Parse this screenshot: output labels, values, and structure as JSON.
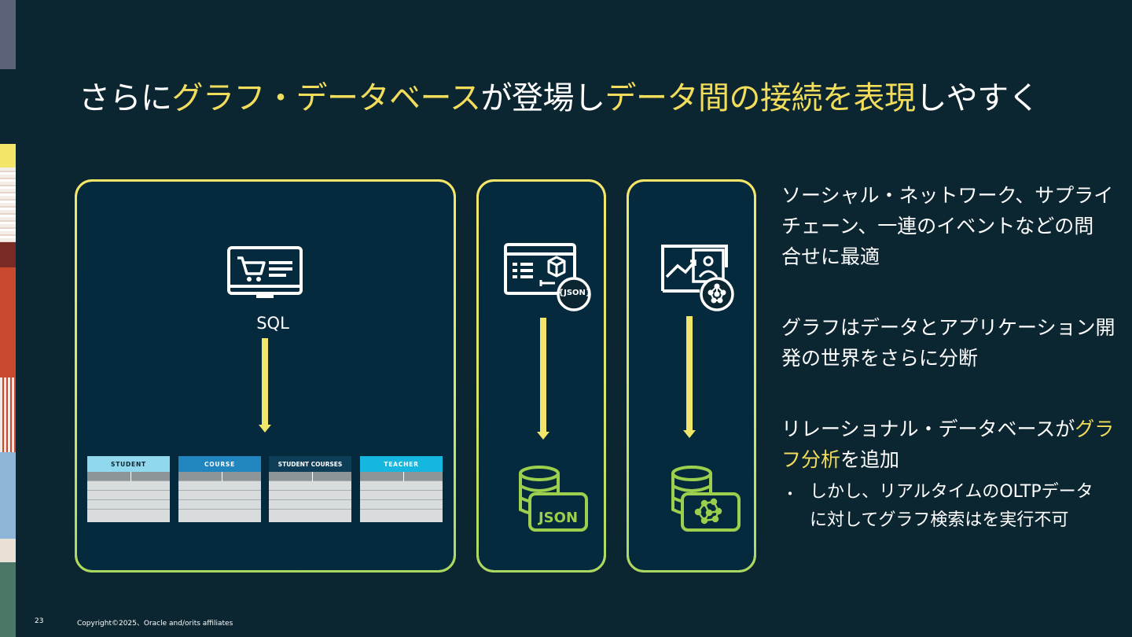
{
  "title": {
    "part1": "さらに",
    "part2": "グラフ・データベース",
    "part3": "が登場し",
    "part4": "データ間の接続を表現",
    "part5": "しやすく"
  },
  "panels": {
    "sql": {
      "label": "SQL",
      "icon": "cart-monitor-icon",
      "tables": [
        {
          "name": "STUDENT",
          "header_color": "#8fd8ee",
          "text_color": "#0c2631"
        },
        {
          "name": "COURSE",
          "header_color": "#2186bf",
          "text_color": "#ffffff"
        },
        {
          "name": "STUDENT COURSES",
          "header_color": "#0e3d57",
          "text_color": "#ffffff"
        },
        {
          "name": "TEACHER",
          "header_color": "#15b6df",
          "text_color": "#ffffff"
        }
      ]
    },
    "json": {
      "icon": "json-document-icon",
      "badge_text": "{JSON}",
      "db_label": "JSON"
    },
    "graph": {
      "icon": "graph-analytics-icon"
    }
  },
  "side": {
    "para1_line1": "ソーシャル・ネットワーク、サプライ",
    "para1_line2": "チェーン、一連のイベントなどの問",
    "para1_line3": "合せに最適",
    "para2_line1": "グラフはデータとアプリケーション開",
    "para2_line2": "発の世界をさらに分断",
    "para3_line1_a": "リレーショナル・データベースが",
    "para3_line1_b": "グラ",
    "para3_line2_a": "フ分析",
    "para3_line2_b": "を追加",
    "bullet_marker": "・",
    "bullet_line1": "しかし、リアルタイムのOLTPデータ",
    "bullet_line2": "に対してグラフ検索はを実行不可"
  },
  "footer": {
    "page_number": "23",
    "copyright": "Copyright©2025、Oracle and/orits affiliates"
  },
  "colors": {
    "background": "#0c2631",
    "panel": "#052a3d",
    "accent_yellow": "#f1dc5c",
    "accent_green": "#9ccf4e"
  }
}
